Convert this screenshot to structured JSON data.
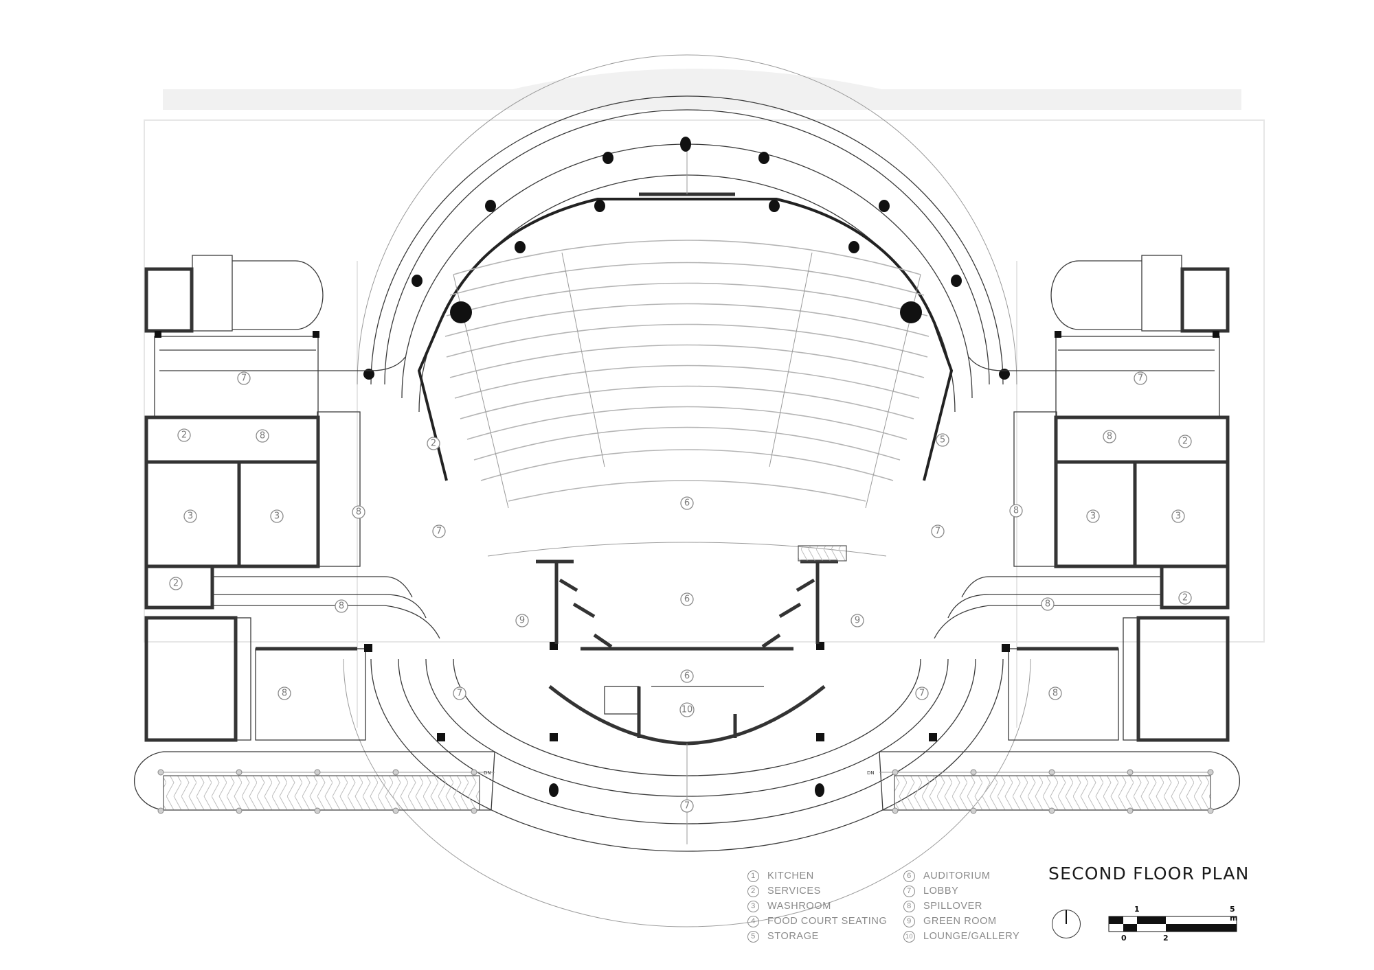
{
  "title": "SECOND FLOOR PLAN",
  "legend": {
    "items": [
      {
        "num": "1",
        "label": "KITCHEN"
      },
      {
        "num": "2",
        "label": "SERVICES"
      },
      {
        "num": "3",
        "label": "WASHROOM"
      },
      {
        "num": "4",
        "label": "FOOD COURT SEATING"
      },
      {
        "num": "5",
        "label": "STORAGE"
      },
      {
        "num": "6",
        "label": "AUDITORIUM"
      },
      {
        "num": "7",
        "label": "LOBBY"
      },
      {
        "num": "8",
        "label": "SPILLOVER"
      },
      {
        "num": "9",
        "label": "GREEN ROOM"
      },
      {
        "num": "10",
        "label": "LOUNGE/GALLERY"
      }
    ]
  },
  "scale": {
    "unit": "m",
    "top_labels": [
      "1",
      "5 m"
    ],
    "bottom_labels": [
      "0",
      "2"
    ]
  },
  "north_arrow": "north-arrow-icon",
  "plan_tags": {
    "lobby_left_upper": "7",
    "lobby_right_upper": "7",
    "services_left_upper": "2",
    "services_right_upper": "2",
    "spill_left_upper": "8",
    "spill_right_upper": "8",
    "wash_left_a": "3",
    "wash_left_b": "3",
    "wash_right_a": "3",
    "wash_right_b": "3",
    "spill_left_mid": "8",
    "spill_right_mid": "8",
    "services_left_aud": "2",
    "storage_right_aud": "5",
    "lobby_left_aud": "7",
    "lobby_right_aud": "7",
    "aud_seating": "6",
    "aud_stage": "6",
    "aud_back": "6",
    "lounge": "10",
    "green_left": "9",
    "green_right": "9",
    "services_left_lower": "2",
    "services_right_lower": "2",
    "spill_left_corr": "8",
    "spill_right_corr": "8",
    "spill_left_lower": "8",
    "spill_right_lower": "8",
    "lobby_left_lower": "7",
    "lobby_right_lower": "7",
    "lobby_bottom": "7"
  },
  "ramp_labels": {
    "left_dn": "DN",
    "right_dn": "DN"
  }
}
